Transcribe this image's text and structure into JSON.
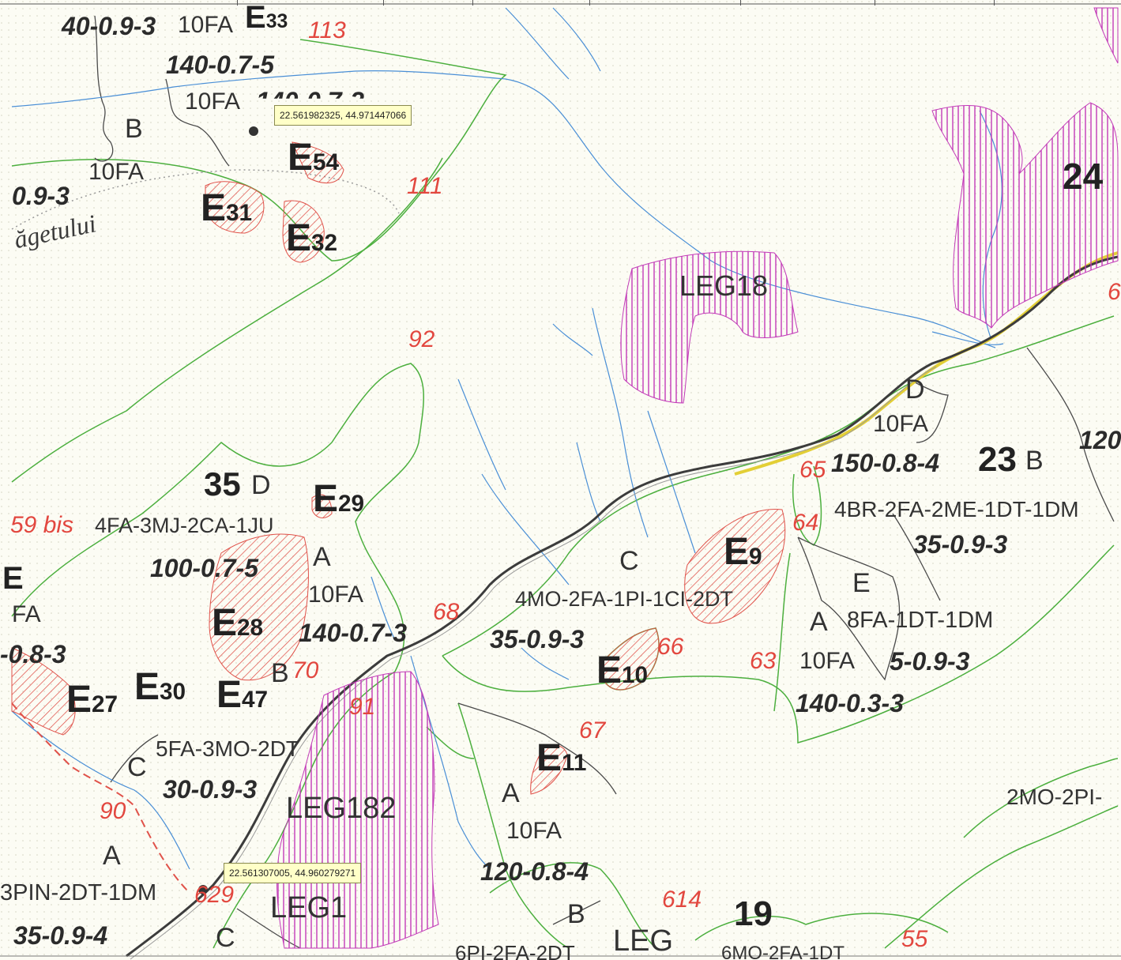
{
  "map": {
    "tooltips": [
      {
        "text": "22.561982325, 44.971447066"
      },
      {
        "text": "22.561307005, 44.960279271"
      }
    ],
    "parcels": {
      "p35": "35",
      "p35_letter": "D",
      "p23": "23",
      "p23_letter": "B",
      "p24": "24",
      "p19": "19"
    },
    "letters": {
      "b_top": "B",
      "a_35": "A",
      "a_left": "A",
      "c_mid": "C",
      "c_left": "C",
      "d_right": "D",
      "e_right": "E",
      "a_right": "A",
      "a_bottom": "A",
      "b_bottom": "B",
      "c_bottom": "C",
      "b70": "B"
    },
    "compositions": {
      "c1": "10FA",
      "c2": "10FA",
      "c3": "10FA",
      "c4": "4FA-3MJ-2CA-1JU",
      "c5": "10FA",
      "c6": "4MO-2FA-1PI-1CI-2DT",
      "c7": "10FA",
      "c8": "4BR-2FA-2ME-1DT-1DM",
      "c9": "8FA-1DT-1DM",
      "c10": "10FA",
      "c11": "5FA-3MO-2DT",
      "c12": "10FA",
      "c13": "3PIN-2DT-1DM",
      "c14": "2MO-2PI-",
      "c15": "6PI-2FA-2DT",
      "c16": "6MO-2FA-1DT",
      "c17": "FA"
    },
    "ages": {
      "a1": "40-0.9-3",
      "a2": "140-0.7-5",
      "a3": "140-0.7-3",
      "a4": "0.9-3",
      "a5": "100-0.7-5",
      "a6": "140-0.7-3",
      "a7": "35-0.9-3",
      "a8": "150-0.8-4",
      "a9": "35-0.9-3",
      "a10": "5-0.9-3",
      "a11": "140-0.3-3",
      "a12": "30-0.9-3",
      "a13": "120-0.8-4",
      "a14": "35-0.9-4",
      "a15": "-0.8-3",
      "a16": "120"
    },
    "enclaves": {
      "e33": "33",
      "e54": "54",
      "e31": "31",
      "e32": "32",
      "e29": "29",
      "e28": "28",
      "e27": "27",
      "e30": "30",
      "e47": "47",
      "e9": "9",
      "e10": "10",
      "e11": "11",
      "e_letter": "E"
    },
    "red_numbers": {
      "r113": "113",
      "r111": "111",
      "r92": "92",
      "r59": "59 bis",
      "r68": "68",
      "r65": "65",
      "r64": "64",
      "r66": "66",
      "r63": "63",
      "r67": "67",
      "r91": "91",
      "r90": "90",
      "r629": "629",
      "r614": "614",
      "r55": "55",
      "r6": "6",
      "r70": "70"
    },
    "leg_labels": {
      "leg18": "LEG18",
      "leg182": "LEG182",
      "leg1": "LEG1",
      "leg": "LEG"
    },
    "place_name": "ăgetului",
    "colors": {
      "paper": "#fcfcf4",
      "forest_boundary": "#4caf3e",
      "stream": "#4a8fd6",
      "road": "#3c3c3c",
      "hatch_magenta": "#c23ab8",
      "hatch_red": "#e0524a",
      "label_red": "#e2473f",
      "tooltip_bg": "#ffffc8"
    }
  }
}
